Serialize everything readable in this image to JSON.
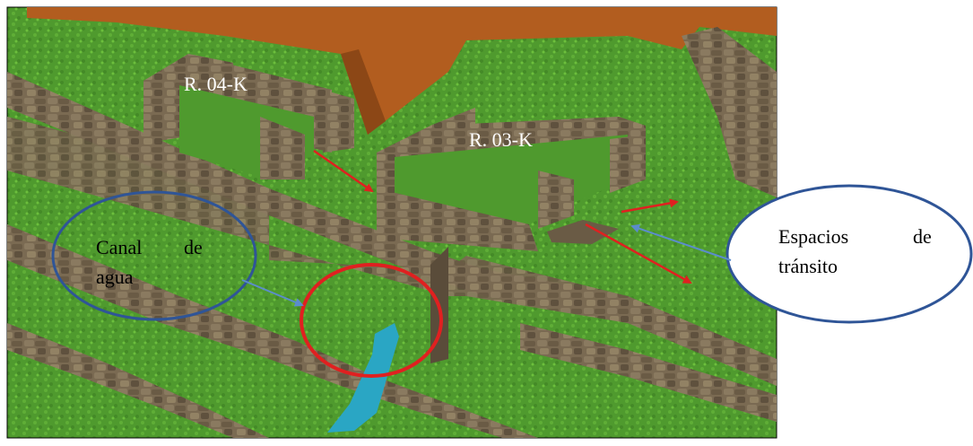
{
  "figure": {
    "room_labels": [
      "R. 04-K",
      "R. 03-K"
    ],
    "callouts": {
      "canal": {
        "line1_word1": "Canal",
        "line1_word2": "de",
        "line2": "agua"
      },
      "transit": {
        "line1_word1": "Espacios",
        "line1_word2": "de",
        "line2": "tránsito"
      }
    }
  },
  "colors": {
    "grass": "#4f9a2e",
    "grass_light": "#6cbf3c",
    "stone": "#7a6a52",
    "stone_dark": "#5a4c3a",
    "earth": "#b25d1f",
    "callout_ellipse": "#2f5597",
    "callout_arrow": "#5b8ccc",
    "flow_arrow": "#e02020",
    "highlight_circle": "#e02020",
    "water": "#2aa6c4"
  }
}
